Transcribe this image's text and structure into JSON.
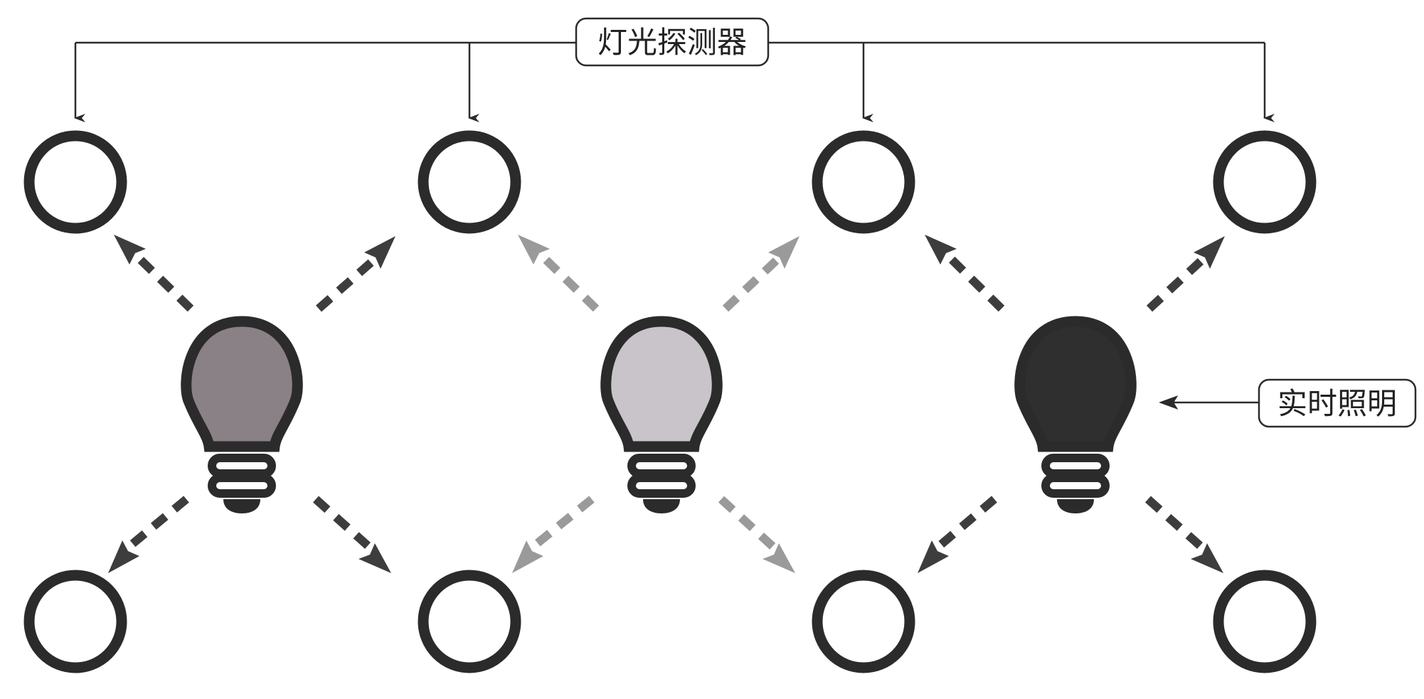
{
  "callouts": {
    "probe_label": "灯光探测器",
    "light_label": "实时照明"
  },
  "colors": {
    "outline": "#2b2b2b",
    "arrow_dark": "#3d3d3d",
    "arrow_light": "#9a9a9a",
    "bulb_left_fill": "#8a8187",
    "bulb_mid_fill": "#c9c4c9",
    "bulb_right_fill": "#2f2f2f"
  },
  "bulbs": [
    {
      "name": "light-bulb-left",
      "fill_key": "bulb_left_fill",
      "arrow_key": "arrow_dark"
    },
    {
      "name": "light-bulb-middle",
      "fill_key": "bulb_mid_fill",
      "arrow_key": "arrow_light"
    },
    {
      "name": "light-bulb-right",
      "fill_key": "bulb_right_fill",
      "arrow_key": "arrow_dark"
    }
  ]
}
